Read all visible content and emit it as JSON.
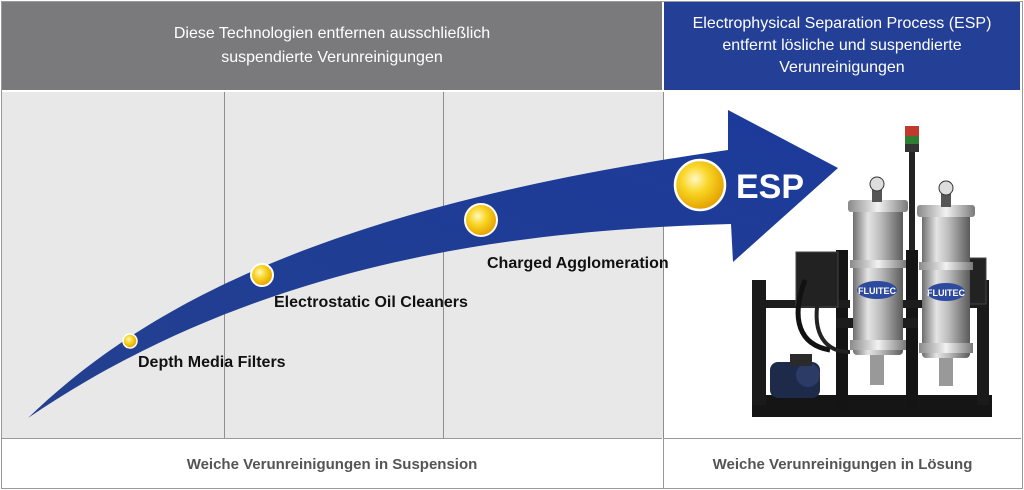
{
  "header": {
    "left_text": "Diese Technologien entfernen ausschließlich\nsuspendierte Verunreinigungen",
    "right_text": "Electrophysical Separation Process (ESP)\nentfernt lösliche und suspendierte\nVerunreinigungen"
  },
  "stages": [
    {
      "label": "Depth Media Filters"
    },
    {
      "label": "Electrostatic Oil Cleaners"
    },
    {
      "label": "Charged Agglomeration"
    }
  ],
  "arrow": {
    "label": "ESP"
  },
  "footer": {
    "left_text": "Weiche Verunreinigungen in Suspension",
    "right_text": "Weiche Verunreinigungen in Lösung"
  },
  "product": {
    "brand_text": "FLUITEC"
  },
  "colors": {
    "header_left": "#7a7a7c",
    "header_right": "#233f96",
    "arrow": "#1f3b95",
    "dot": "#f7c600"
  }
}
